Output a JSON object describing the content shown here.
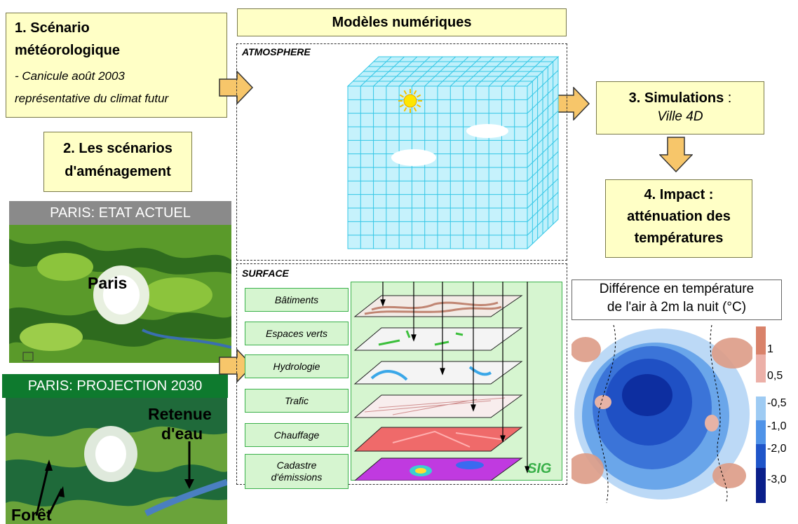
{
  "scenario1": {
    "title_line1": "1. Scénario",
    "title_line2": "météorologique",
    "sub_line1": "- Canicule août 2003",
    "sub_line2": "représentative du climat futur"
  },
  "scenario2": {
    "line1": "2. Les scénarios",
    "line2": "d'aménagement"
  },
  "map_actuel": {
    "banner": "PARIS: ETAT ACTUEL",
    "city_label": "Paris"
  },
  "map_2030": {
    "banner": "PARIS: PROJECTION 2030",
    "label_reservoir_1": "Retenue",
    "label_reservoir_2": "d'eau",
    "label_forest": "Forêt"
  },
  "models": {
    "title": "Modèles numériques",
    "atmosphere": "ATMOSPHERE",
    "surface": "SURFACE",
    "sig": "SIG"
  },
  "layers": [
    "Bâtiments",
    "Espaces verts",
    "Hydrologie",
    "Trafic",
    "Chauffage",
    "Cadastre d'émissions"
  ],
  "simulations": {
    "title": "3. Simulations",
    "colon": " :",
    "sub": "Ville 4D"
  },
  "impact": {
    "line1": "4. Impact :",
    "line2": "atténuation des",
    "line3": "températures"
  },
  "diff_map": {
    "title_line1": "Différence en température",
    "title_line2": "de l'air à 2m la nuit (°C)"
  },
  "legend": {
    "labels": [
      "1",
      "0,5",
      "-0,5",
      "-1,0",
      "-2,0",
      "-3,0"
    ],
    "colors": [
      "#d9826a",
      "#ecb0a8",
      "#9ecbf3",
      "#4f93e8",
      "#1f55c9",
      "#0a1f8a"
    ]
  },
  "colors": {
    "arrow": "#f7c66a",
    "box": "#ffffc6",
    "grid": "#33c7e6",
    "layer_green": "#d6f5d0",
    "banner_2030": "#0e7a2e",
    "banner_actuel": "#8a8a8a"
  }
}
